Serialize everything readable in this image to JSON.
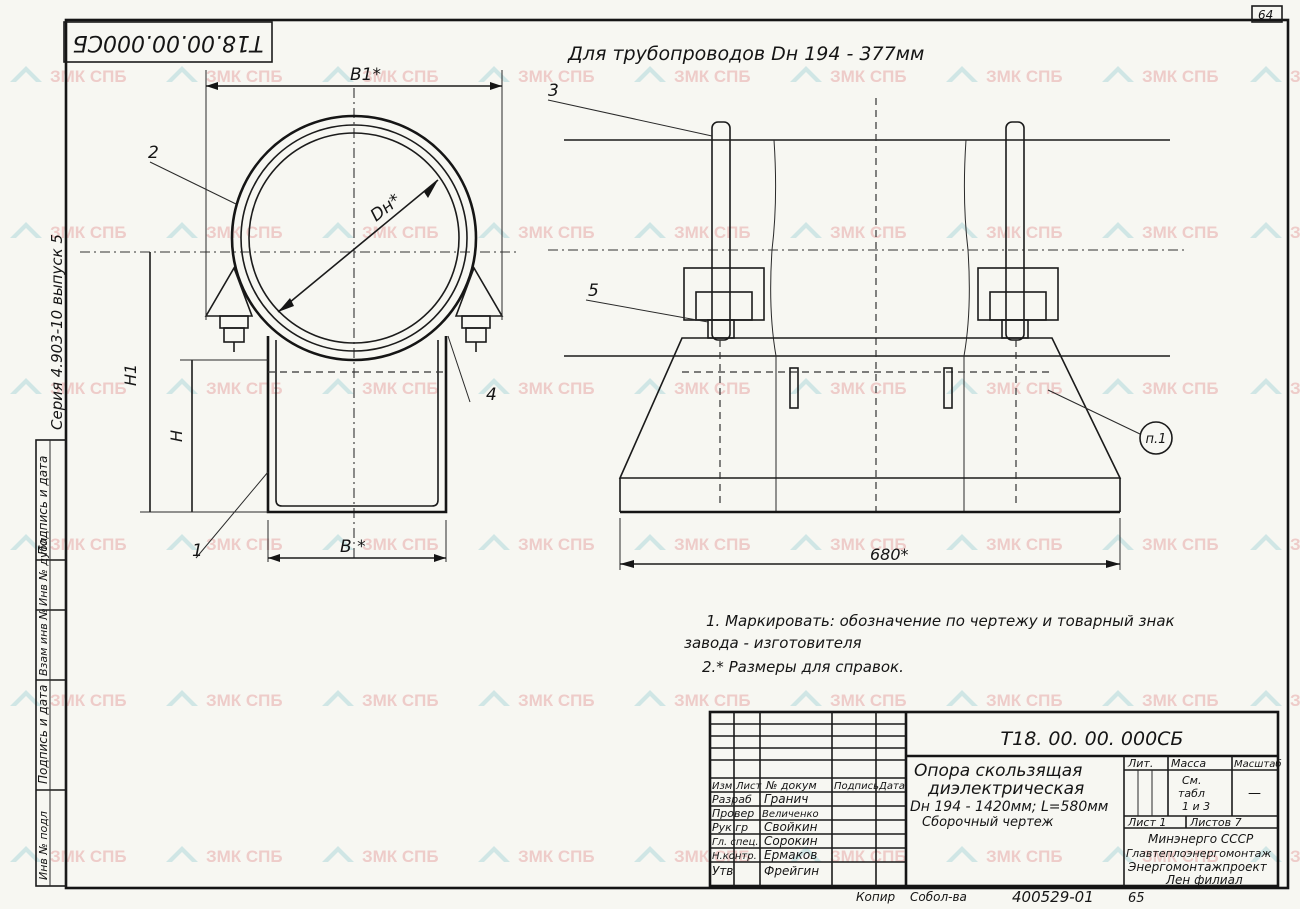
{
  "sheet": {
    "page_number": "64",
    "title_stamp": "T18.00.00.000СБ",
    "heading": "Для трубопроводов Dн 194 - 377мм",
    "series_label": "Серия 4.903-10 выпуск 5"
  },
  "side_strip": {
    "fields": [
      "Подпись и дата",
      "Инв № дубл",
      "Взам инв №",
      "Подпись и дата",
      "Инв № подл"
    ]
  },
  "dimensions": {
    "b1": "В1*",
    "dn": "Dн*",
    "h1": "Н1",
    "h": "Н",
    "b": "В *",
    "length": "680*"
  },
  "callouts": {
    "c1": "1",
    "c2": "2",
    "c3": "3",
    "c4": "4",
    "c5": "5",
    "note_ref": "п.1"
  },
  "notes": {
    "line1": "1. Маркировать:  обозначение  по  чертежу  и  товарный  знак",
    "line2": "завода - изготовителя",
    "line3": "2.* Размеры  для  справок."
  },
  "title_block": {
    "designation": "Т18. 00. 00. 000СБ",
    "name_line1": "Опора  скользящая",
    "name_line2": "диэлектрическая",
    "name_line3": "Dн 194 - 1420мм;  L=580мм",
    "name_line4": "Сборочный  чертеж",
    "col_headers": [
      "Изм",
      "Лист",
      "№ докум",
      "Подпись",
      "Дата"
    ],
    "roles": [
      {
        "role": "Разраб",
        "name": "Гранич"
      },
      {
        "role": "Провер",
        "name": "Величенко"
      },
      {
        "role": "Рук гр",
        "name": "Свойкин"
      },
      {
        "role": "Гл. спец.",
        "name": "Сорокин"
      },
      {
        "role": "Н.контр.",
        "name": "Ермаков"
      },
      {
        "role": "Утв",
        "name": "Фрейгин"
      }
    ],
    "lit_label": "Лит.",
    "mass_label": "Масса",
    "scale_label": "Масштаб",
    "mass_value_1": "См.",
    "mass_value_2": "табл",
    "mass_value_3": "1 и 3",
    "scale_value": "—",
    "sheet_label": "Лист 1",
    "sheets_label": "Листов  7",
    "org_line1": "Минэнерго  СССР",
    "org_line2": "Главтеплоэнергомонтаж",
    "org_line3": "Энергомонтажпроект",
    "org_line4": "Лен  филиал"
  },
  "footer": {
    "copied": "Копир",
    "copier": "Собол-ва",
    "number": "400529-01",
    "format": "65"
  },
  "watermark": {
    "text": "ЗМК СПБ"
  }
}
